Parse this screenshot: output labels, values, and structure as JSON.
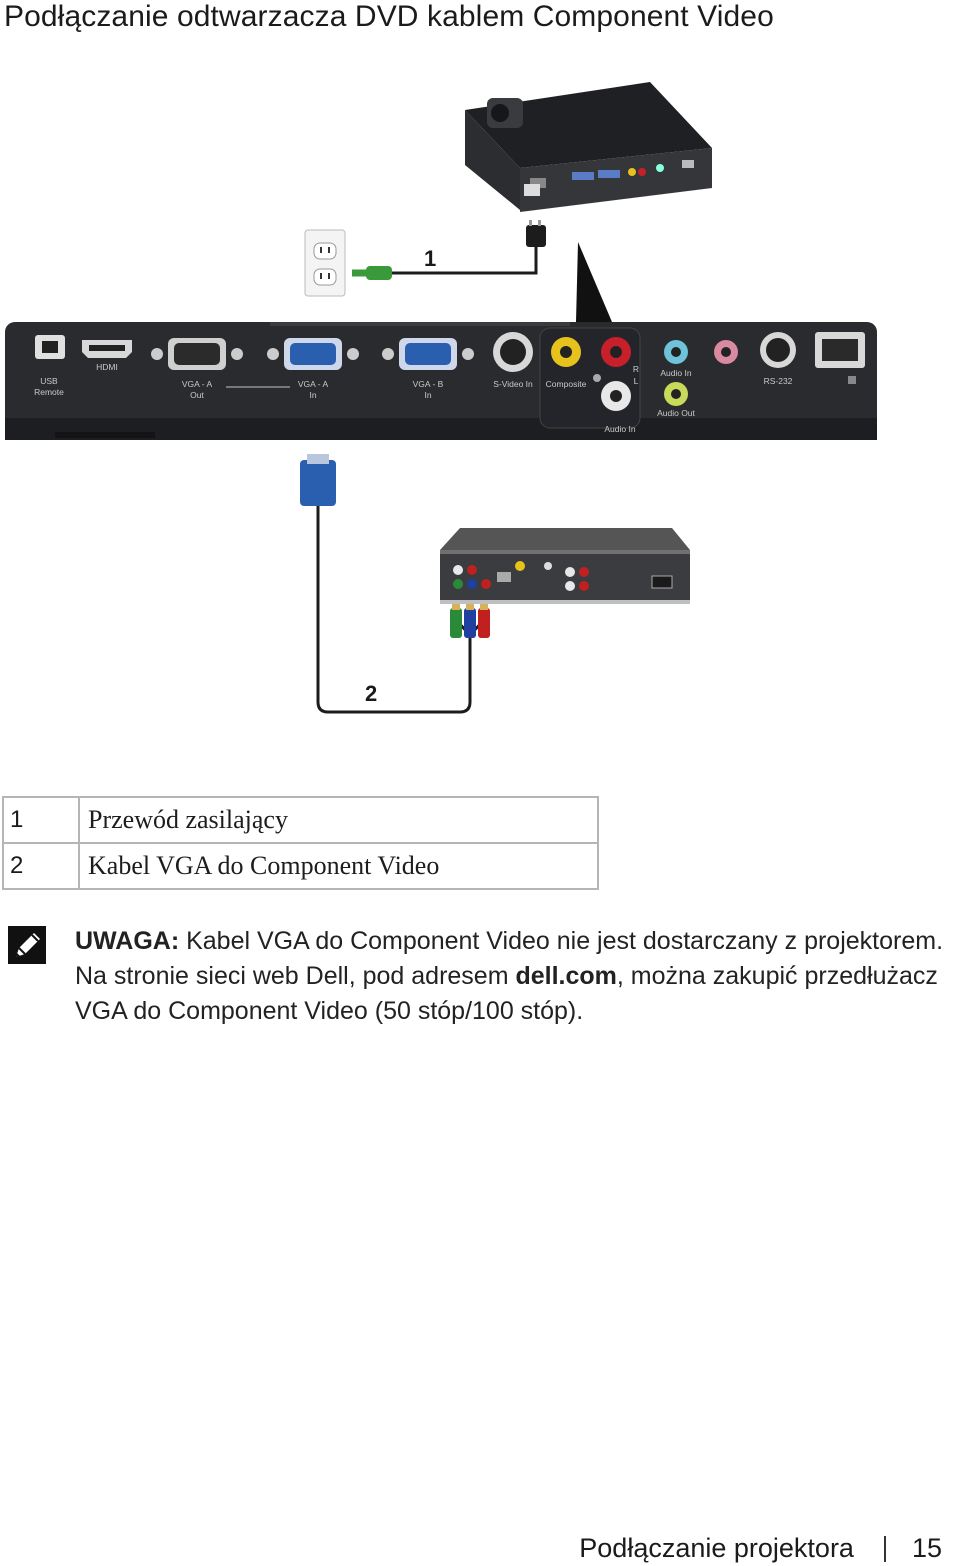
{
  "page": {
    "title": "Podłączanie odtwarzacza DVD kablem Component Video"
  },
  "diagram": {
    "callouts": [
      "1",
      "2"
    ],
    "port_labels": {
      "usb_remote": [
        "USB",
        "Remote"
      ],
      "hdmi": "HDMI",
      "vga_a_out": [
        "VGA - A",
        "Out"
      ],
      "vga_a_in": [
        "VGA - A",
        "In"
      ],
      "vga_b_in": [
        "VGA - B",
        "In"
      ],
      "svideo_in": "S-Video In",
      "composite": "Composite",
      "audio_in_rl": "Audio In",
      "r": "R",
      "l": "L",
      "audio_in": "Audio In",
      "audio_out": "Audio Out",
      "rs232": "RS-232"
    },
    "colors": {
      "projector_body": "#2a2b2e",
      "vga_blue": "#2a5fb0",
      "composite_yellow": "#e8c21c",
      "audio_red": "#c8202a",
      "audio_white": "#e8e8e8",
      "component_green": "#2a8a3a",
      "component_blue": "#2040a0",
      "component_red": "#c02020",
      "power_plug_green": "#3a9a3a"
    }
  },
  "legend": {
    "rows": [
      {
        "num": "1",
        "label": "Przewód zasilający"
      },
      {
        "num": "2",
        "label": "Kabel VGA do Component Video"
      }
    ]
  },
  "note": {
    "icon": "pencil-note-icon",
    "label": "UWAGA:",
    "text_before": " Kabel VGA do Component Video nie jest dostarczany z projektorem. Na stronie sieci web Dell, pod adresem ",
    "link": "dell.com",
    "text_after": ", można zakupić przedłużacz VGA do Component Video (50 stóp/100 stóp)."
  },
  "footer": {
    "section": "Podłączanie projektora",
    "page_number": "15"
  }
}
